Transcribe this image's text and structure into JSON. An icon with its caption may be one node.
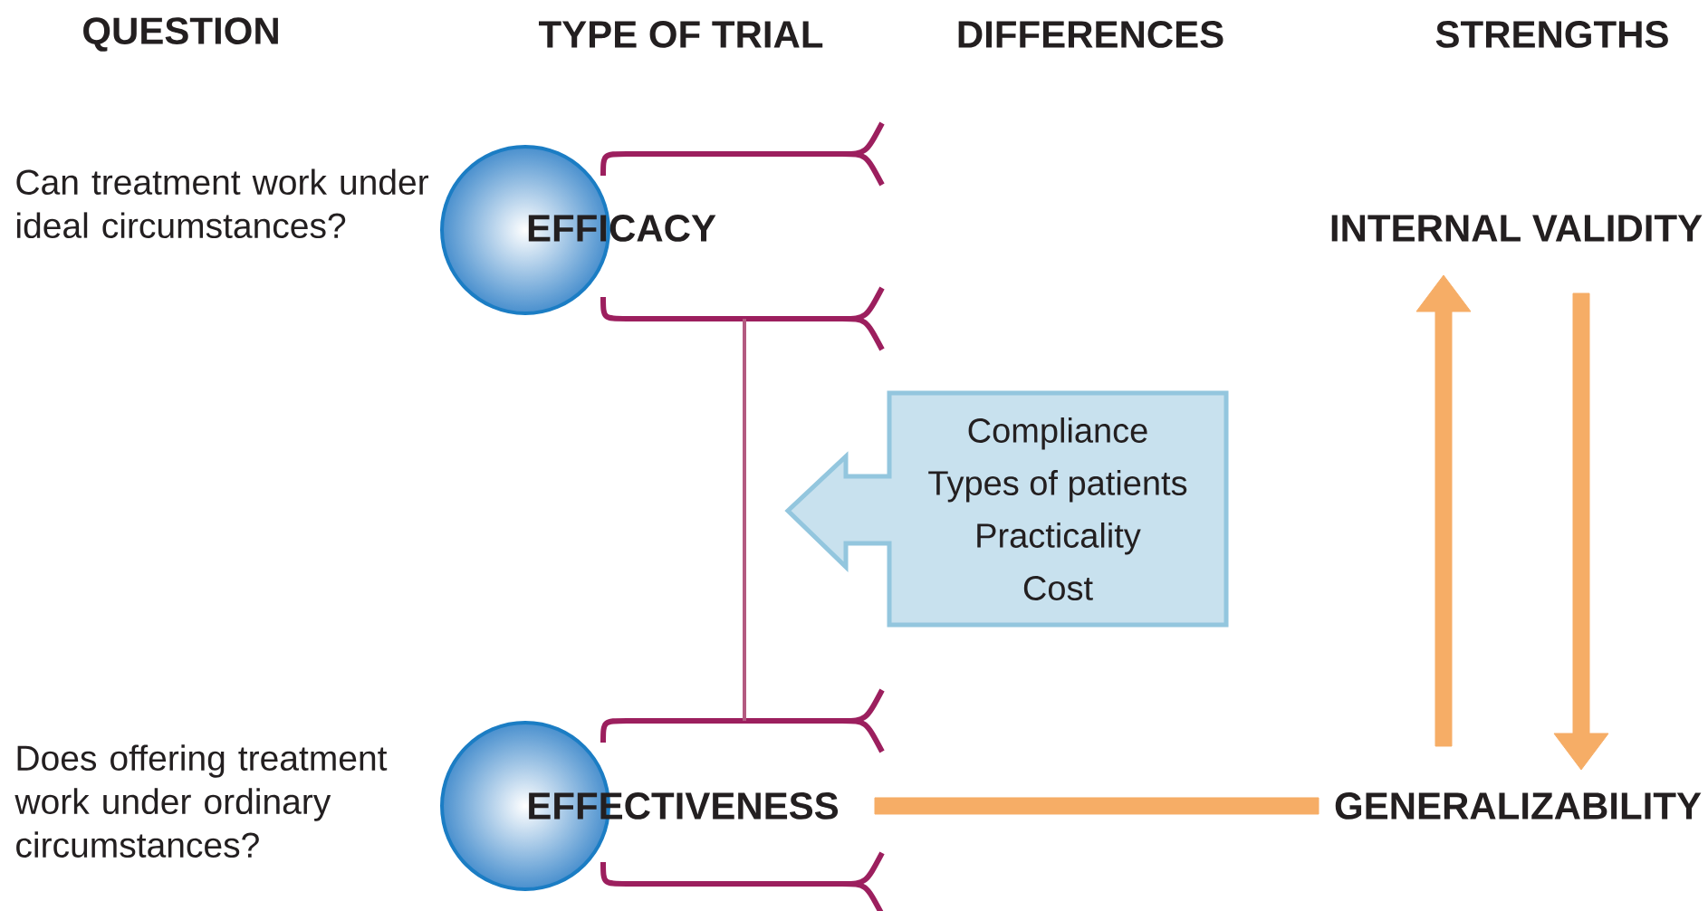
{
  "diagram": {
    "nodes": [
      {
        "text": [
          "EFFICACY"
        ]
      },
      {
        "text": [
          "EFFECTIVENESS"
        ]
      },
      {
        "text": [
          "Compliance",
          "Types of patients",
          "Practicality",
          "Cost"
        ]
      },
      {
        "text": [
          "INTERNAL VALIDITY"
        ]
      },
      {
        "text": [
          "GENERALIZABILITY"
        ]
      }
    ],
    "edges": [
      {
        "from": 0,
        "to": 1,
        "arrow": "none",
        "color": "#b35a80"
      },
      {
        "from": 4,
        "to": 3,
        "arrow": "to"
      },
      {
        "from": 3,
        "to": 4,
        "arrow": "to"
      },
      {
        "from": 1,
        "to": 4,
        "arrow": "none"
      }
    ],
    "labels": [
      "QUESTION",
      "TYPE OF TRIAL",
      "DIFFERENCES",
      "STRENGTHS",
      "Can treatment work under ideal circumstances?",
      "Does offering treatment work under ordinary circumstances?"
    ]
  }
}
